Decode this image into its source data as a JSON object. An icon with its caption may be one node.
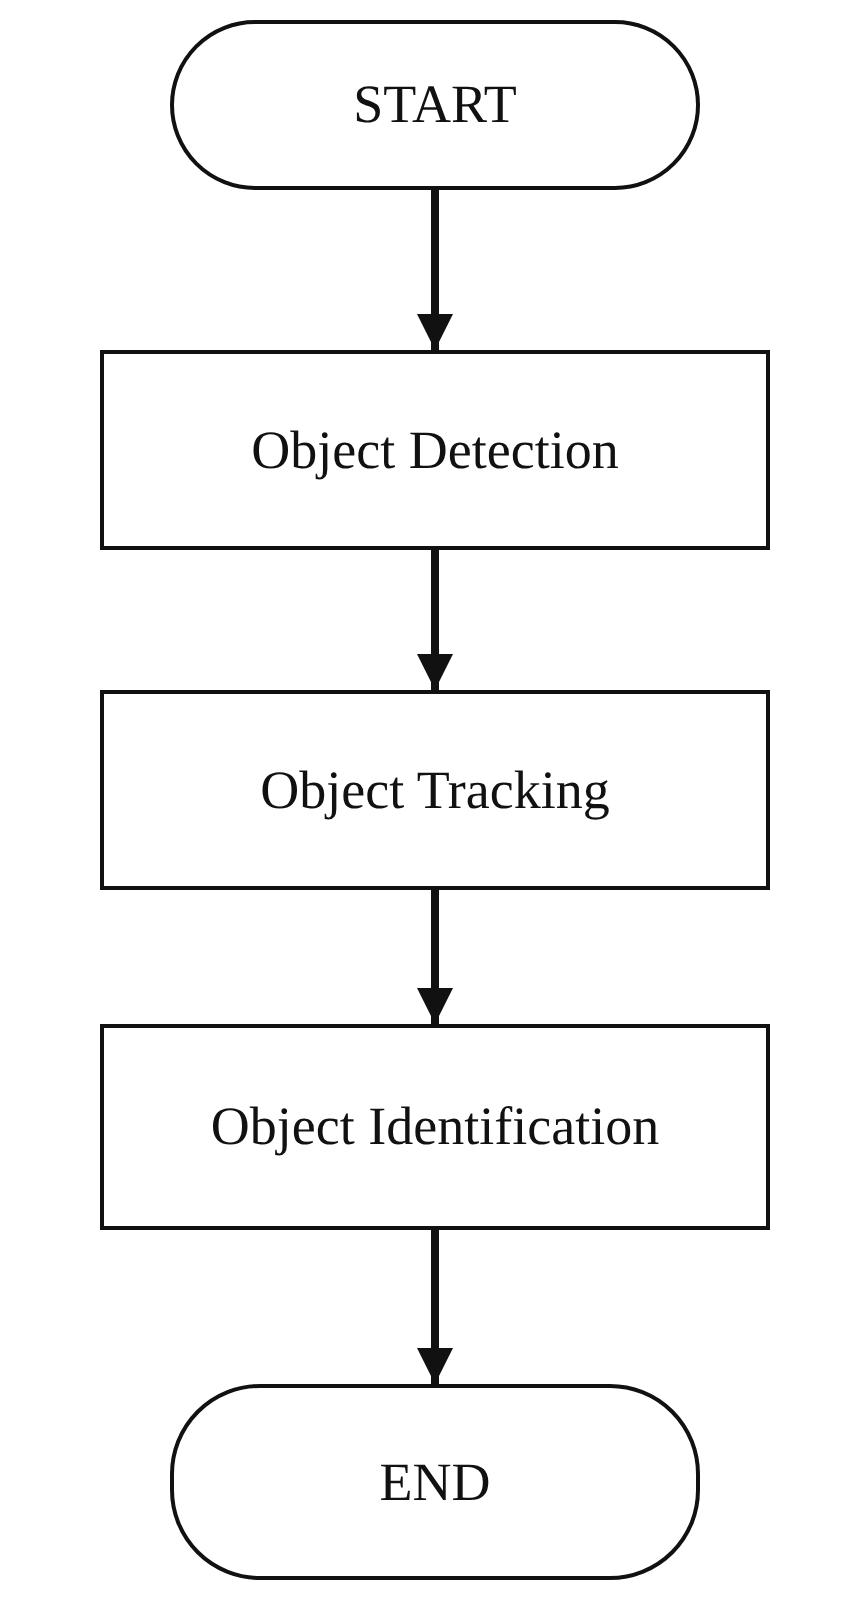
{
  "diagram": {
    "nodes": [
      {
        "text": [
          "START"
        ]
      },
      {
        "text": [
          "Object Detection"
        ]
      },
      {
        "text": [
          "Object Tracking"
        ]
      },
      {
        "text": [
          "Object Identification"
        ]
      },
      {
        "text": [
          "END"
        ]
      }
    ],
    "edges": [
      {
        "from": 0,
        "to": 1,
        "arrow": "to"
      },
      {
        "from": 1,
        "to": 2,
        "arrow": "to"
      },
      {
        "from": 2,
        "to": 3,
        "arrow": "to"
      },
      {
        "from": 3,
        "to": 4,
        "arrow": "to"
      }
    ]
  }
}
